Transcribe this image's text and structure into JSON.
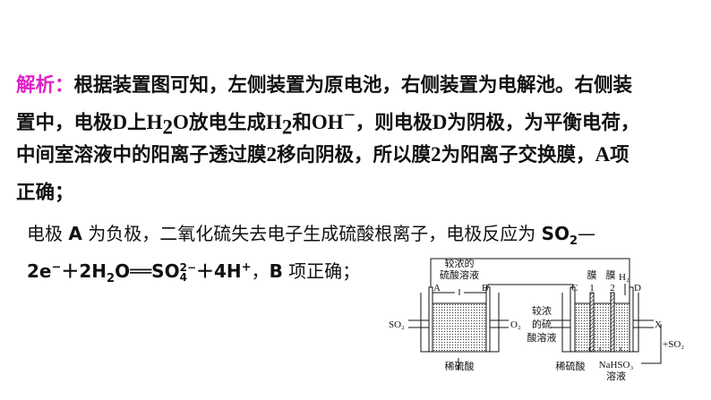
{
  "analysis": {
    "label": "解析：",
    "l1": "根据装置图可知，左侧装置为原电池，右侧装置为电解池。右侧装",
    "l2": [
      "置中，电极",
      "D",
      "上",
      "H",
      "2",
      "O",
      "放电生成",
      "H",
      "2",
      "和",
      "OH",
      "−",
      "，则电极",
      "D",
      "为阴极，为平衡电荷，"
    ],
    "l3": [
      "中间室溶液中的阳离子透过膜",
      "2",
      "移向阴极，所以膜",
      "2",
      "为阳离子交换膜，",
      "A",
      "项"
    ],
    "l4": "正确；"
  },
  "b": {
    "l1": [
      "电极 ",
      "A",
      " 为负极，二氧化硫失去电子生成硫酸根离子，电极反应为 ",
      "SO",
      "2",
      "—"
    ],
    "l2": [
      "2e",
      "−",
      "＋2H",
      "2",
      "O══SO",
      "2−",
      "4",
      "＋4H",
      "+",
      "，",
      "B",
      " 项正确；"
    ]
  },
  "diagram": {
    "top_label_1": "较浓的",
    "top_label_2": "硫酸溶液",
    "A": "A",
    "B": "B",
    "C": "C",
    "D": "D",
    "so2_in": "SO₂",
    "o2_in": "O₂",
    "left_bottom": "稀硫酸",
    "right_out_1": "较浓",
    "right_out_2": "的硫",
    "right_out_3": "酸溶液",
    "membrane": "膜",
    "m1": "1",
    "m2": "2",
    "h2": "H₂",
    "right_bottom_1": "稀硫酸",
    "nahso3": "NaHSO₃",
    "nahso3_2": "溶液",
    "x": "X",
    "plus_so2": "+SO₂"
  }
}
